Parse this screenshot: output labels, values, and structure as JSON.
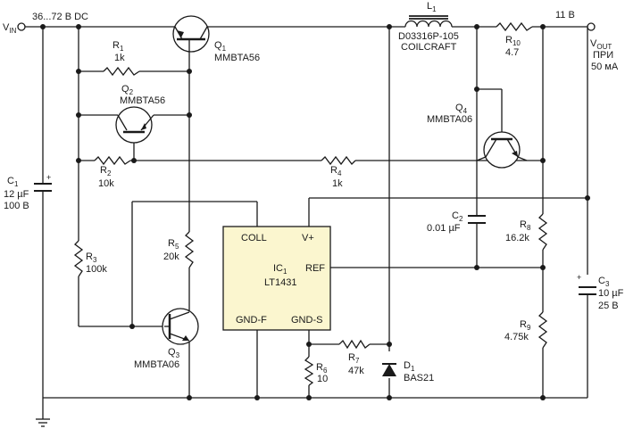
{
  "vin_label": "V",
  "vin_sub": "IN",
  "vin_range": "36...72 В DC",
  "out_voltage": "11 В",
  "vout_label": "V",
  "vout_sub": "OUT",
  "vout_note_1": "ПРИ",
  "vout_note_2": "50 мА",
  "ic_chip_color": "#fbf6cf",
  "components": {
    "L1": {
      "ref": "L",
      "sub": "1",
      "value": "D03316P-105",
      "value2": "COILCRAFT"
    },
    "R1": {
      "ref": "R",
      "sub": "1",
      "value": "1k"
    },
    "R2": {
      "ref": "R",
      "sub": "2",
      "value": "10k"
    },
    "R3": {
      "ref": "R",
      "sub": "3",
      "value": "100k"
    },
    "R4": {
      "ref": "R",
      "sub": "4",
      "value": "1k"
    },
    "R5": {
      "ref": "R",
      "sub": "5",
      "value": "20k"
    },
    "R6": {
      "ref": "R",
      "sub": "6",
      "value": "10"
    },
    "R7": {
      "ref": "R",
      "sub": "7",
      "value": "47k"
    },
    "R8": {
      "ref": "R",
      "sub": "8",
      "value": "16.2k"
    },
    "R9": {
      "ref": "R",
      "sub": "9",
      "value": "4.75k"
    },
    "R10": {
      "ref": "R",
      "sub": "10",
      "value": "4.7"
    },
    "C1": {
      "ref": "C",
      "sub": "1",
      "value": "12 µF",
      "value2": "100 В"
    },
    "C2": {
      "ref": "C",
      "sub": "2",
      "value": "0.01 µF"
    },
    "C3": {
      "ref": "C",
      "sub": "3",
      "value": "10 µF",
      "value2": "25 В"
    },
    "Q1": {
      "ref": "Q",
      "sub": "1",
      "value": "MMBTA56"
    },
    "Q2": {
      "ref": "Q",
      "sub": "2",
      "value": "MMBTA56"
    },
    "Q3": {
      "ref": "Q",
      "sub": "3",
      "value": "MMBTA06"
    },
    "Q4": {
      "ref": "Q",
      "sub": "4",
      "value": "MMBTA06"
    },
    "D1": {
      "ref": "D",
      "sub": "1",
      "value": "BAS21"
    },
    "IC1": {
      "ref": "IC",
      "sub": "1",
      "value": "LT1431"
    }
  },
  "ic_pins": {
    "coll": "COLL",
    "vplus": "V+",
    "ref": "REF",
    "gndf": "GND-F",
    "gnds": "GND-S"
  }
}
